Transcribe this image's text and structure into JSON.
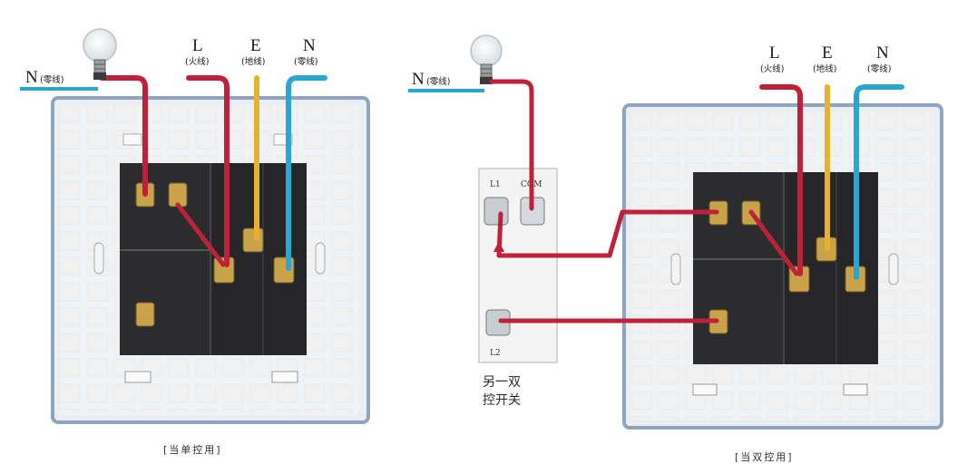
{
  "lamp_left": {
    "n_symbol": "N",
    "n_note": "(零线)"
  },
  "lamp_right": {
    "n_symbol": "N",
    "n_note": "(零线)"
  },
  "left_panel": {
    "wires": [
      {
        "symbol": "L",
        "note": "(火线)",
        "color": "#c0213a"
      },
      {
        "symbol": "E",
        "note": "(地线)",
        "color": "#e5b12e"
      },
      {
        "symbol": "N",
        "note": "(零线)",
        "color": "#2aa6d3"
      }
    ],
    "caption": "[当单控用]"
  },
  "right_panel": {
    "wires": [
      {
        "symbol": "L",
        "note": "(火线)",
        "color": "#c0213a"
      },
      {
        "symbol": "E",
        "note": "(地线)",
        "color": "#e5b12e"
      },
      {
        "symbol": "N",
        "note": "(零线)",
        "color": "#2aa6d3"
      }
    ],
    "caption": "[当双控用]"
  },
  "middle_switch": {
    "terminal_l1": "L1",
    "terminal_com": "COM",
    "terminal_l2": "L2",
    "caption_line1": "另一双",
    "caption_line2": "控开关"
  },
  "colors": {
    "live": "#c0213a",
    "earth": "#e5b12e",
    "neutral": "#2aa6d3",
    "frame": "#8fa4bd",
    "module": "#2c2c2e"
  }
}
